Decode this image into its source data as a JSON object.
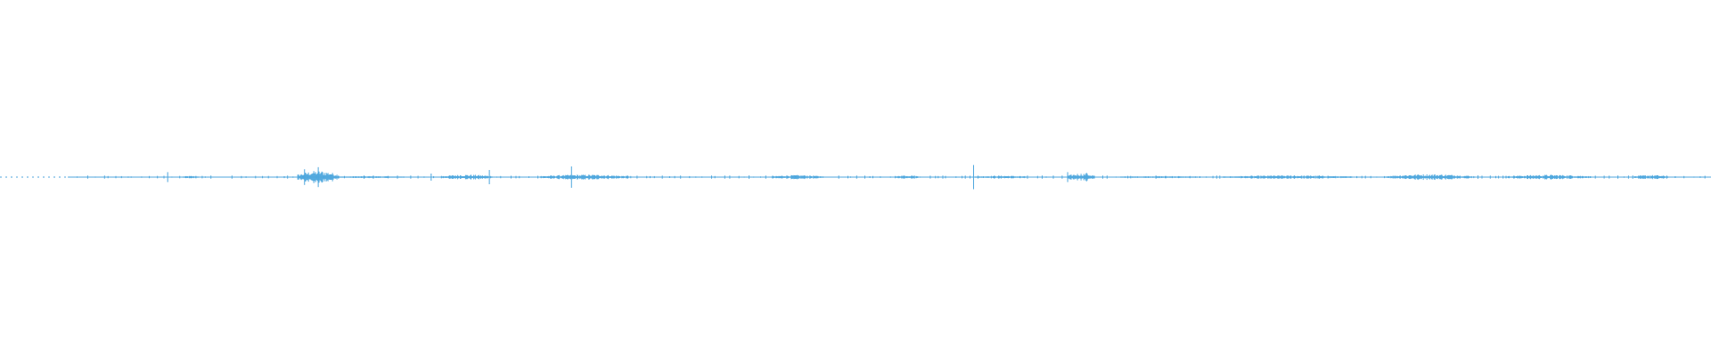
{
  "waveform": {
    "color": "#4da6dd",
    "background": "#ffffff",
    "duration_fraction_visible": 1.0,
    "amplitude_scale": 1.0,
    "leading_dotted_until": 0.04,
    "spikes": [
      {
        "t": 0.098,
        "amp": 0.35
      },
      {
        "t": 0.178,
        "amp": 0.55
      },
      {
        "t": 0.186,
        "amp": 0.7
      },
      {
        "t": 0.252,
        "amp": 0.25
      },
      {
        "t": 0.286,
        "amp": 0.5
      },
      {
        "t": 0.334,
        "amp": 0.75
      },
      {
        "t": 0.569,
        "amp": 0.85
      },
      {
        "t": 0.624,
        "amp": 0.35
      },
      {
        "t": 0.635,
        "amp": 0.3
      }
    ],
    "bursts": [
      {
        "start": 0.107,
        "end": 0.116,
        "amp": 0.06
      },
      {
        "start": 0.174,
        "end": 0.198,
        "amp": 0.3
      },
      {
        "start": 0.198,
        "end": 0.235,
        "amp": 0.05
      },
      {
        "start": 0.258,
        "end": 0.288,
        "amp": 0.12
      },
      {
        "start": 0.316,
        "end": 0.368,
        "amp": 0.12
      },
      {
        "start": 0.451,
        "end": 0.481,
        "amp": 0.1
      },
      {
        "start": 0.524,
        "end": 0.537,
        "amp": 0.1
      },
      {
        "start": 0.57,
        "end": 0.6,
        "amp": 0.07
      },
      {
        "start": 0.624,
        "end": 0.64,
        "amp": 0.18
      },
      {
        "start": 0.655,
        "end": 0.7,
        "amp": 0.05
      },
      {
        "start": 0.715,
        "end": 0.79,
        "amp": 0.08
      },
      {
        "start": 0.81,
        "end": 0.86,
        "amp": 0.14
      },
      {
        "start": 0.88,
        "end": 0.93,
        "amp": 0.11
      },
      {
        "start": 0.955,
        "end": 0.975,
        "amp": 0.1
      }
    ]
  }
}
